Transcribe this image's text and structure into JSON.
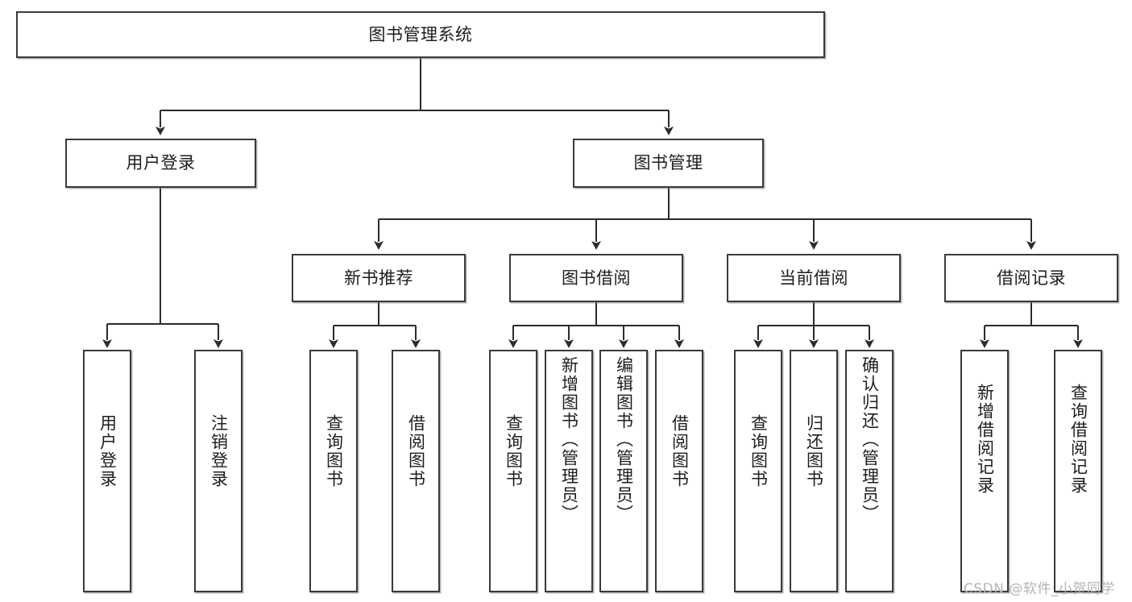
{
  "diagram": {
    "type": "tree",
    "title": "图书管理系统",
    "watermark": "CSDN @软件_小贺同学",
    "colors": {
      "box_border": "#3a3a3a",
      "box_fill": "#ffffff",
      "connector": "#2b2b2b",
      "text": "#1d1d1d",
      "watermark": "#b4b4b4"
    },
    "levels": {
      "level1": [
        {
          "id": "root",
          "label": "图书管理系统"
        }
      ],
      "level2": [
        {
          "id": "user-login",
          "label": "用户登录",
          "parent": "root"
        },
        {
          "id": "book-manage",
          "label": "图书管理",
          "parent": "root"
        }
      ],
      "level3": [
        {
          "id": "new-book-rec",
          "label": "新书推荐",
          "parent": "book-manage"
        },
        {
          "id": "book-borrow",
          "label": "图书借阅",
          "parent": "book-manage"
        },
        {
          "id": "current-borrow",
          "label": "当前借阅",
          "parent": "book-manage"
        },
        {
          "id": "borrow-record",
          "label": "借阅记录",
          "parent": "book-manage"
        }
      ],
      "leaves": [
        {
          "id": "leaf-user-login",
          "label": "用户登录",
          "parent": "user-login"
        },
        {
          "id": "leaf-logout-login",
          "label": "注销登录",
          "parent": "user-login"
        },
        {
          "id": "leaf-query-book-1",
          "label": "查询图书",
          "parent": "new-book-rec"
        },
        {
          "id": "leaf-borrow-book-1",
          "label": "借阅图书",
          "parent": "new-book-rec"
        },
        {
          "id": "leaf-query-book-2",
          "label": "查询图书",
          "parent": "book-borrow"
        },
        {
          "id": "leaf-add-book",
          "label": "新增图书（管理员）",
          "parent": "book-borrow"
        },
        {
          "id": "leaf-edit-book",
          "label": "编辑图书（管理员）",
          "parent": "book-borrow"
        },
        {
          "id": "leaf-borrow-book-2",
          "label": "借阅图书",
          "parent": "book-borrow"
        },
        {
          "id": "leaf-query-book-3",
          "label": "查询图书",
          "parent": "current-borrow"
        },
        {
          "id": "leaf-return-book",
          "label": "归还图书",
          "parent": "current-borrow"
        },
        {
          "id": "leaf-confirm-return",
          "label": "确认归还（管理员）",
          "parent": "current-borrow"
        },
        {
          "id": "leaf-add-record",
          "label": "新增借阅记录",
          "parent": "borrow-record"
        },
        {
          "id": "leaf-query-record",
          "label": "查询借阅记录",
          "parent": "borrow-record"
        }
      ]
    }
  }
}
